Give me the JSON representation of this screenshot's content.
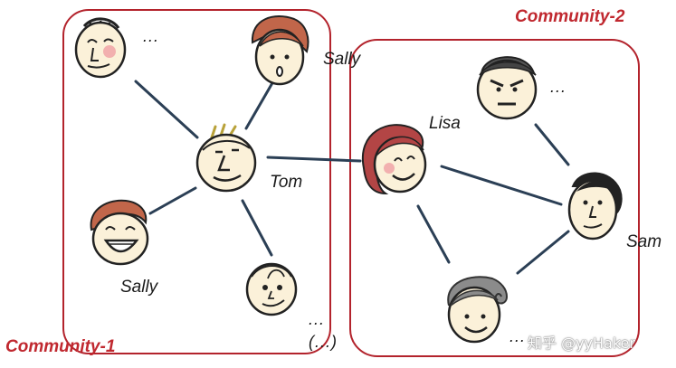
{
  "communities": {
    "left_title": "Community-1",
    "right_title": "Community-2"
  },
  "labels": {
    "tom": "Tom",
    "lisa": "Lisa",
    "sam": "Sam",
    "sally_top": "Sally",
    "sally_bottom": "Sally",
    "dots_top_left": "...",
    "dots_bottom_left": "...",
    "paren_dots": "(...)",
    "dots_top_right": "...",
    "dots_bottom_right": "..."
  },
  "watermark": "知乎 @yyHaker",
  "colors": {
    "community_border": "#b3232c",
    "community_title": "#c0282f",
    "edge": "#2b3f55",
    "skin": "#fbf1d9",
    "hair_red": "#c1664a",
    "hair_dark": "#222222",
    "hair_gray": "#8b8b8b",
    "cheek": "#f0a0a4"
  }
}
